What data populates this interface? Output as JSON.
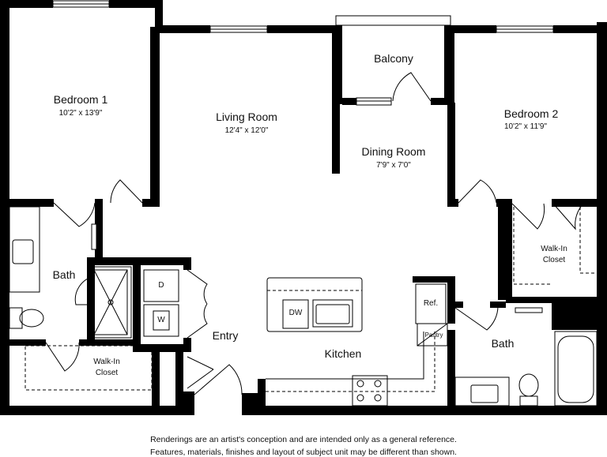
{
  "rooms": {
    "bedroom1": {
      "name": "Bedroom 1",
      "dims": "10'2\" x 13'9\""
    },
    "living": {
      "name": "Living Room",
      "dims": "12'4\" x 12'0\""
    },
    "balcony": {
      "name": "Balcony"
    },
    "dining": {
      "name": "Dining Room",
      "dims": "7'9\" x 7'0\""
    },
    "bedroom2": {
      "name": "Bedroom 2",
      "dims": "10'2\" x 11'9\""
    },
    "bath1": {
      "name": "Bath"
    },
    "walkin2": {
      "line1": "Walk-In",
      "line2": "Closet"
    },
    "walkin1": {
      "line1": "Walk-In",
      "line2": "Closet"
    },
    "entry": {
      "name": "Entry"
    },
    "kitchen": {
      "name": "Kitchen"
    },
    "bath2": {
      "name": "Bath"
    }
  },
  "fixtures": {
    "dryer": "D",
    "washer": "W",
    "dishwasher": "DW",
    "refrigerator": "Ref.",
    "pantry": "Pantry"
  },
  "disclaimer": {
    "line1": "Renderings are an artist's conception and are intended only as a general reference.",
    "line2": "Features, materials, finishes and layout of subject unit may be different than shown."
  }
}
